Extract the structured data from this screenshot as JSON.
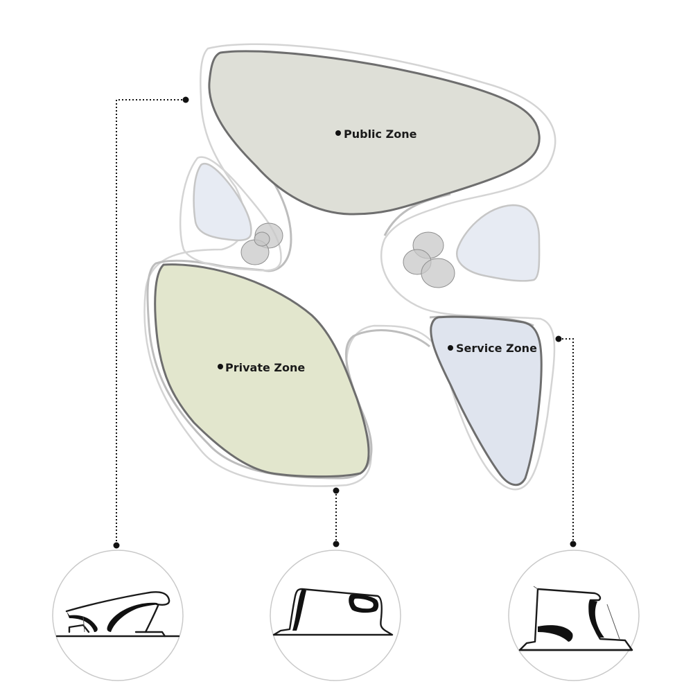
{
  "zones": {
    "public": {
      "label": "Public Zone",
      "fill": "#dedfd7"
    },
    "private": {
      "label": "Private Zone",
      "fill": "#e2e6cd"
    },
    "service": {
      "label": "Service Zone",
      "fill": "#dfe4ee"
    }
  },
  "pool_fill": "#e7ebf3",
  "tree_fill": "#c8c8c8",
  "line_color": "#111111"
}
